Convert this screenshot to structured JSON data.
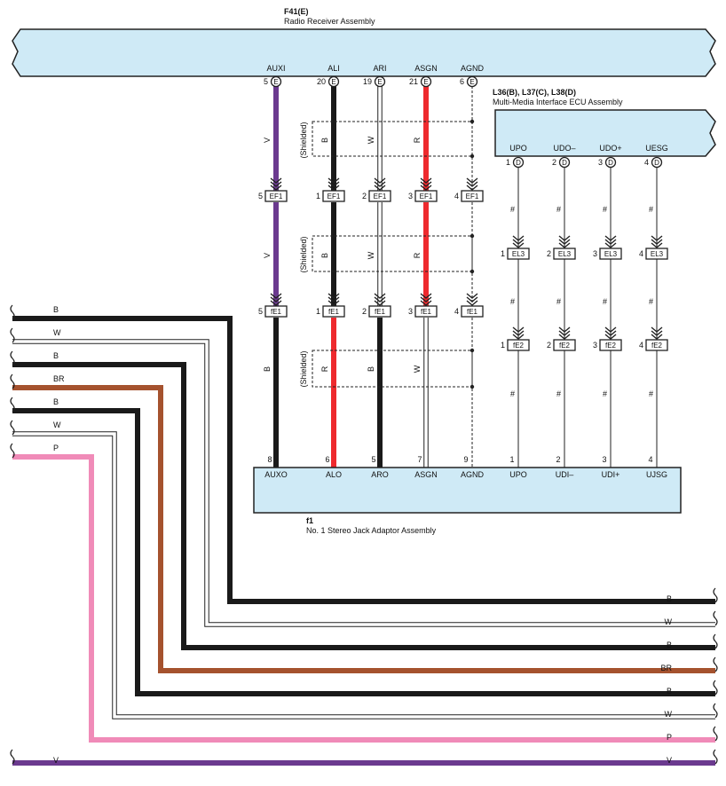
{
  "radio": {
    "code": "F41(E)",
    "name": "Radio Receiver Assembly"
  },
  "mmi": {
    "code": "L36(B), L37(C), L38(D)",
    "name": "Multi-Media Interface ECU Assembly"
  },
  "jack": {
    "code": "f1",
    "name": "No. 1 Stereo Jack Adaptor Assembly"
  },
  "radio_pins": [
    {
      "name": "AUXI",
      "pin": "5",
      "letter": "E"
    },
    {
      "name": "ALI",
      "pin": "20",
      "letter": "E"
    },
    {
      "name": "ARI",
      "pin": "19",
      "letter": "E"
    },
    {
      "name": "ASGN",
      "pin": "21",
      "letter": "E"
    },
    {
      "name": "AGND",
      "pin": "6",
      "letter": "E"
    }
  ],
  "mmi_pins": [
    {
      "name": "UPO",
      "pin": "1",
      "letter": "D"
    },
    {
      "name": "UDO–",
      "pin": "2",
      "letter": "D"
    },
    {
      "name": "UDO+",
      "pin": "3",
      "letter": "D"
    },
    {
      "name": "UESG",
      "pin": "4",
      "letter": "D"
    }
  ],
  "jack_pins": [
    {
      "name": "AUXO",
      "pin": "8"
    },
    {
      "name": "ALO",
      "pin": "6"
    },
    {
      "name": "ARO",
      "pin": "5"
    },
    {
      "name": "ASGN",
      "pin": "7"
    },
    {
      "name": "AGND",
      "pin": "9"
    },
    {
      "name": "UPO",
      "pin": "1"
    },
    {
      "name": "UDI–",
      "pin": "2"
    },
    {
      "name": "UDI+",
      "pin": "3"
    },
    {
      "name": "UJSG",
      "pin": "4"
    }
  ],
  "junctions": {
    "ef1": {
      "label": "EF1",
      "pins": [
        "5",
        "1",
        "2",
        "3",
        "4"
      ]
    },
    "fe1": {
      "label": "fE1",
      "pins": [
        "5",
        "1",
        "2",
        "3",
        "4"
      ]
    },
    "el3": {
      "label": "EL3",
      "pins": [
        "1",
        "2",
        "3",
        "4"
      ]
    },
    "fe2": {
      "label": "fE2",
      "pins": [
        "1",
        "2",
        "3",
        "4"
      ]
    }
  },
  "shielded_label": "(Shielded)",
  "wire_colors": {
    "seg1": [
      "V",
      "B",
      "W",
      "R"
    ],
    "seg2": [
      "V",
      "B",
      "W",
      "R"
    ],
    "seg3": [
      "B",
      "R",
      "B",
      "W"
    ],
    "mmi_mark": "#"
  },
  "bus_left": [
    "B",
    "W",
    "B",
    "BR",
    "B",
    "W",
    "P",
    "V"
  ],
  "bus_right": [
    "B",
    "W",
    "B",
    "BR",
    "B",
    "W",
    "P",
    "V"
  ],
  "colors": {
    "connector_fill": "#cfeaf6",
    "violet": "#6b3a8f",
    "black": "#1a1a1a",
    "red": "#ee2a2e",
    "brown": "#a5522e",
    "pink": "#f08bb8"
  }
}
